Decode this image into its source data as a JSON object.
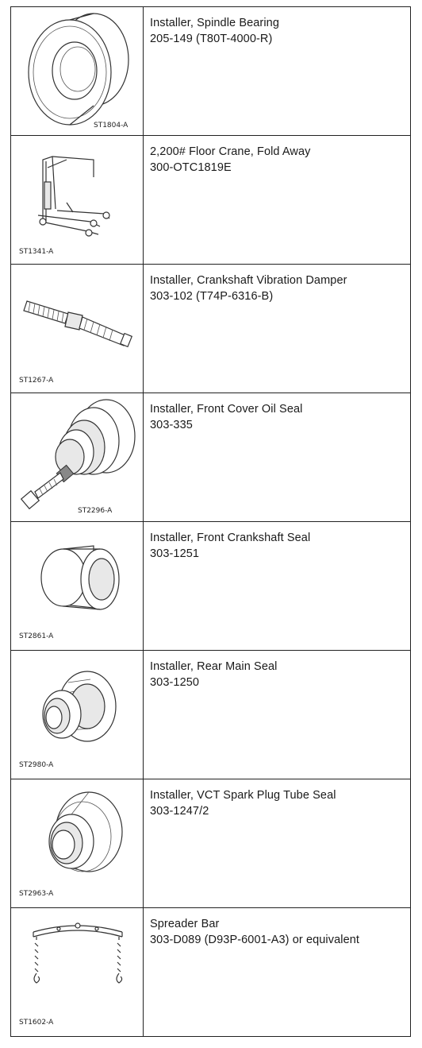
{
  "tools": [
    {
      "name": "Installer, Spindle Bearing",
      "number": "205-149 (T80T-4000-R)",
      "figure_id": "ST1804-A",
      "icon": "spindle-bearing-installer-drawing"
    },
    {
      "name": "2,200# Floor Crane, Fold Away",
      "number": "300-OTC1819E",
      "figure_id": "ST1341-A",
      "icon": "floor-crane-drawing"
    },
    {
      "name": "Installer, Crankshaft Vibration Damper",
      "number": "303-102 (T74P-6316-B)",
      "figure_id": "ST1267-A",
      "icon": "vibration-damper-installer-drawing"
    },
    {
      "name": "Installer, Front Cover Oil Seal",
      "number": "303-335",
      "figure_id": "ST2296-A",
      "icon": "front-cover-seal-installer-drawing"
    },
    {
      "name": "Installer, Front Crankshaft Seal",
      "number": "303-1251",
      "figure_id": "ST2861-A",
      "icon": "front-crankshaft-seal-installer-drawing"
    },
    {
      "name": "Installer, Rear Main Seal",
      "number": "303-1250",
      "figure_id": "ST2980-A",
      "icon": "rear-main-seal-installer-drawing"
    },
    {
      "name": "Installer, VCT Spark Plug Tube Seal",
      "number": "303-1247/2",
      "figure_id": "ST2963-A",
      "icon": "spark-plug-tube-seal-installer-drawing"
    },
    {
      "name": "Spreader Bar",
      "number": "303-D089 (D93P-6001-A3) or equivalent",
      "figure_id": "ST1602-A",
      "icon": "spreader-bar-drawing"
    }
  ]
}
